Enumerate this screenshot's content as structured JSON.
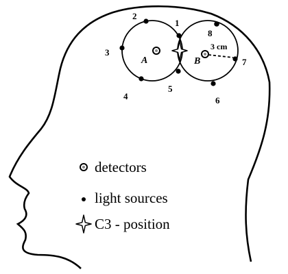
{
  "labels": {
    "detector_a": "A",
    "detector_b": "B",
    "distance": "3 cm"
  },
  "light_sources": [
    {
      "id": "1"
    },
    {
      "id": "2"
    },
    {
      "id": "3"
    },
    {
      "id": "4"
    },
    {
      "id": "5"
    },
    {
      "id": "6"
    },
    {
      "id": "7"
    },
    {
      "id": "8"
    }
  ],
  "legend": {
    "detectors": "detectors",
    "light_sources": "light sources",
    "c3_position": "C3 - position"
  }
}
